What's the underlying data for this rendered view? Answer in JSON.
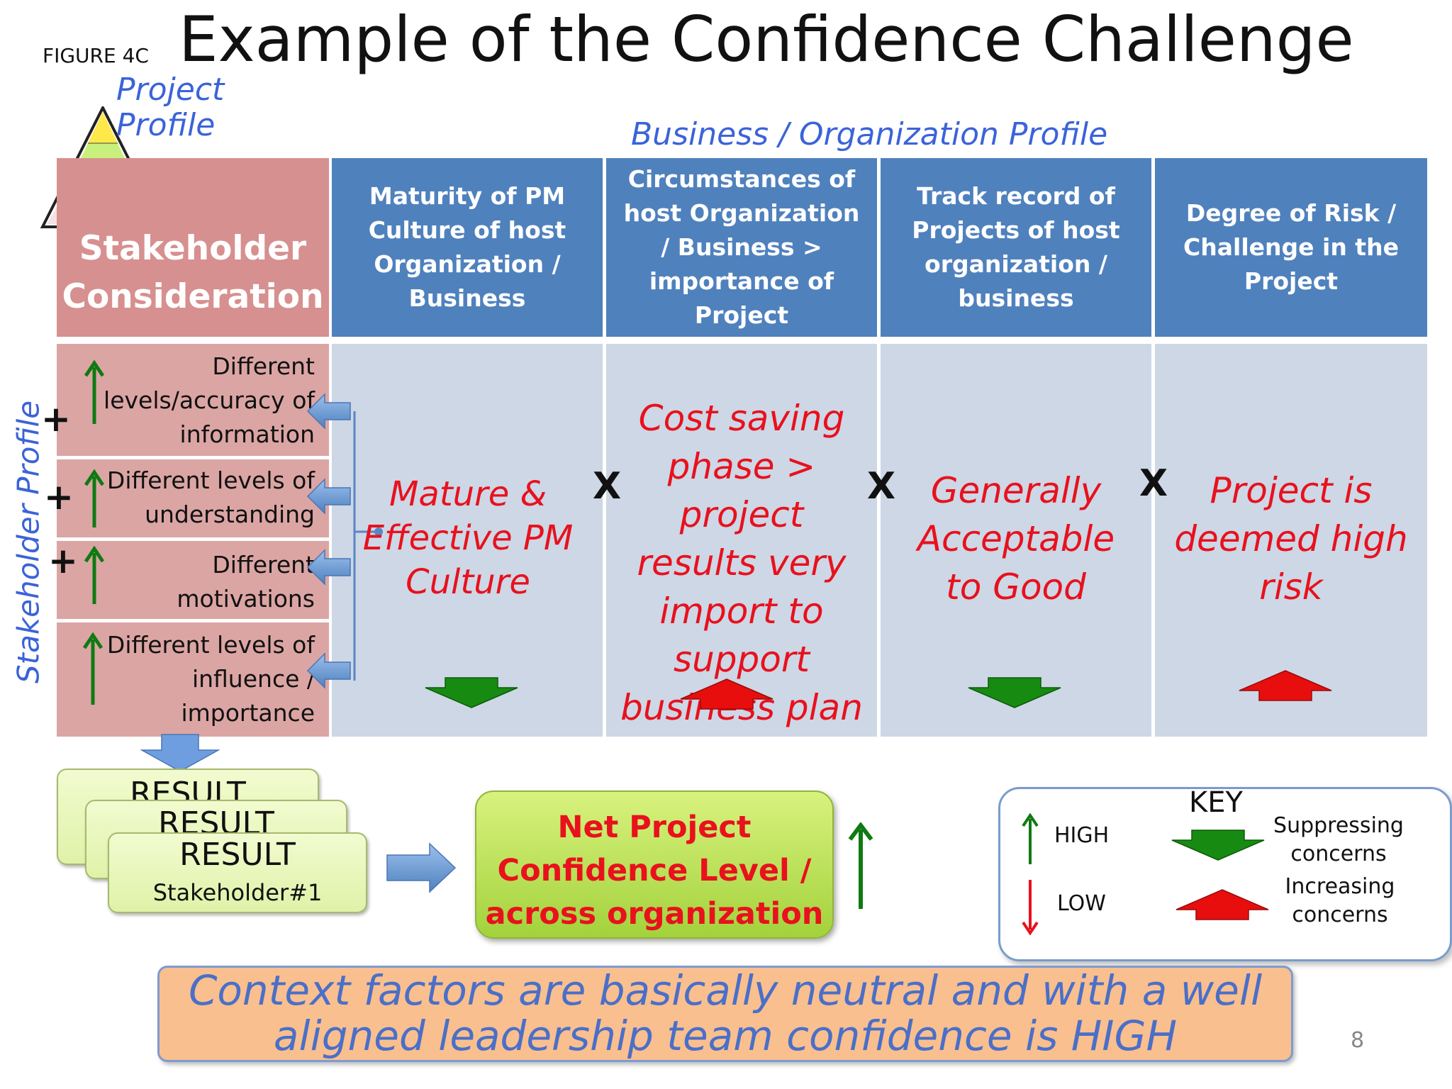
{
  "figure_label": "FIGURE 4C",
  "title": "Example of the Confidence Challenge",
  "project_profile_label": "Project\nProfile",
  "business_profile_label": "Business / Organization Profile",
  "stakeholder_profile_label": "Stakeholder Profile",
  "header": {
    "stakeholder": "Stakeholder Consideration",
    "columns": [
      "Maturity of PM Culture of host Organization / Business",
      "Circumstances of host Organization / Business > importance of Project",
      "Track record of Projects of host organization / business",
      "Degree of Risk / Challenge in the Project"
    ]
  },
  "stakeholder_rows": [
    {
      "text": "Different levels/accuracy of information",
      "sign": "+",
      "arrow": "high"
    },
    {
      "text": "Different levels of understanding",
      "sign": "+",
      "arrow": "high"
    },
    {
      "text": "Different motivations",
      "sign": "+",
      "arrow": "high"
    },
    {
      "text": "Different levels of influence / importance",
      "sign": "",
      "arrow": "high"
    }
  ],
  "cells": [
    {
      "text": "Mature & Effective PM Culture",
      "indicator": "suppressing"
    },
    {
      "text": "Cost saving phase > project results very import to support business plan",
      "indicator": "increasing"
    },
    {
      "text": "Generally Acceptable to Good",
      "indicator": "suppressing"
    },
    {
      "text": "Project is deemed high risk",
      "indicator": "increasing"
    }
  ],
  "operator": "X",
  "results": {
    "label": "RESULT",
    "stakeholder": "Stakeholder#1"
  },
  "net": {
    "text": "Net Project Confidence Level / across organization",
    "arrow": "high"
  },
  "key": {
    "title": "KEY",
    "high": "HIGH",
    "low": "LOW",
    "suppressing": "Suppressing concerns",
    "increasing": "Increasing concerns"
  },
  "context": "Context factors are basically neutral and with a well aligned leadership team confidence is HIGH",
  "page_number": "8",
  "colors": {
    "green": "#0f7a12",
    "red": "#e8111d",
    "header_blue": "#4f81bd",
    "stakeholder_pink": "#d6908f"
  }
}
